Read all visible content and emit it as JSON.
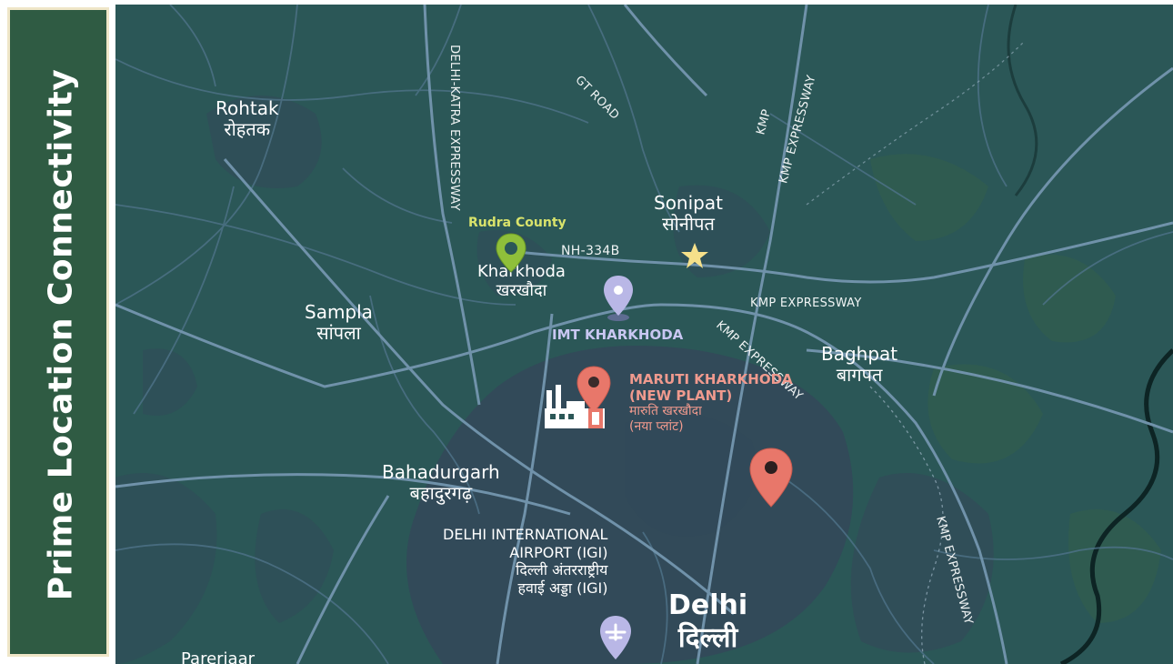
{
  "sidebar": {
    "title": "Prime Location Connectivity",
    "bg_color": "#2f5b43",
    "border_color": "#efe6c8"
  },
  "map": {
    "colors": {
      "land": "#2b5757",
      "urban": "#34485a",
      "roads": "#6c8ea6",
      "water": "#0d2424",
      "pin_red": "#e8776a",
      "pin_lavender": "#b9b7e6",
      "pin_green": "#8fbf3a",
      "star": "#f5e08a"
    },
    "cities": [
      {
        "id": "rohtak",
        "name": "Rohtak",
        "hindi": "रोहतक"
      },
      {
        "id": "sonipat",
        "name": "Sonipat",
        "hindi": "सोनीपत"
      },
      {
        "id": "kharkhoda",
        "name": "Kharkhoda",
        "hindi": "खरखौदा"
      },
      {
        "id": "sampla",
        "name": "Sampla",
        "hindi": "सांपला"
      },
      {
        "id": "baghpat",
        "name": "Baghpat",
        "hindi": "बागपत"
      },
      {
        "id": "bahadurgarh",
        "name": "Bahadurgarh",
        "hindi": "बहादुरगढ़"
      },
      {
        "id": "delhi",
        "name": "Delhi",
        "hindi": "दिल्ली"
      },
      {
        "id": "bawana",
        "name": "Pareriaar"
      }
    ],
    "roads": {
      "delhi_katra": "DELHI-KATRA EXPRESSWAY",
      "gt_road": "GT ROAD",
      "kmp_short": "KMP",
      "kmp_vertical": "KMP EXPRESSWAY",
      "nh": "NH-334B",
      "kmp_east": "KMP EXPRESSWAY",
      "kmp_diag": "KMP EXPRESSWAY",
      "kmp_lower": "KMP EXPRESSWAY"
    },
    "pois": {
      "rudra_county": "Rudra County",
      "imt": "IMT KHARKHODA",
      "maruti_line1": "MARUTI KHARKHODA",
      "maruti_line2": "(NEW PLANT)",
      "maruti_hindi1": "मारुति खरखौदा",
      "maruti_hindi2": "(नया प्लांट)",
      "airport_line1": "DELHI INTERNATIONAL",
      "airport_line2": "AIRPORT (IGI)",
      "airport_hindi1": "दिल्ली अंतरराष्ट्रीय",
      "airport_hindi2": "हवाई अड्डा (IGI)"
    },
    "icons": [
      "map-pin-green-icon",
      "map-pin-lavender-icon",
      "map-pin-red-icon",
      "star-icon",
      "factory-icon",
      "airplane-icon"
    ]
  }
}
